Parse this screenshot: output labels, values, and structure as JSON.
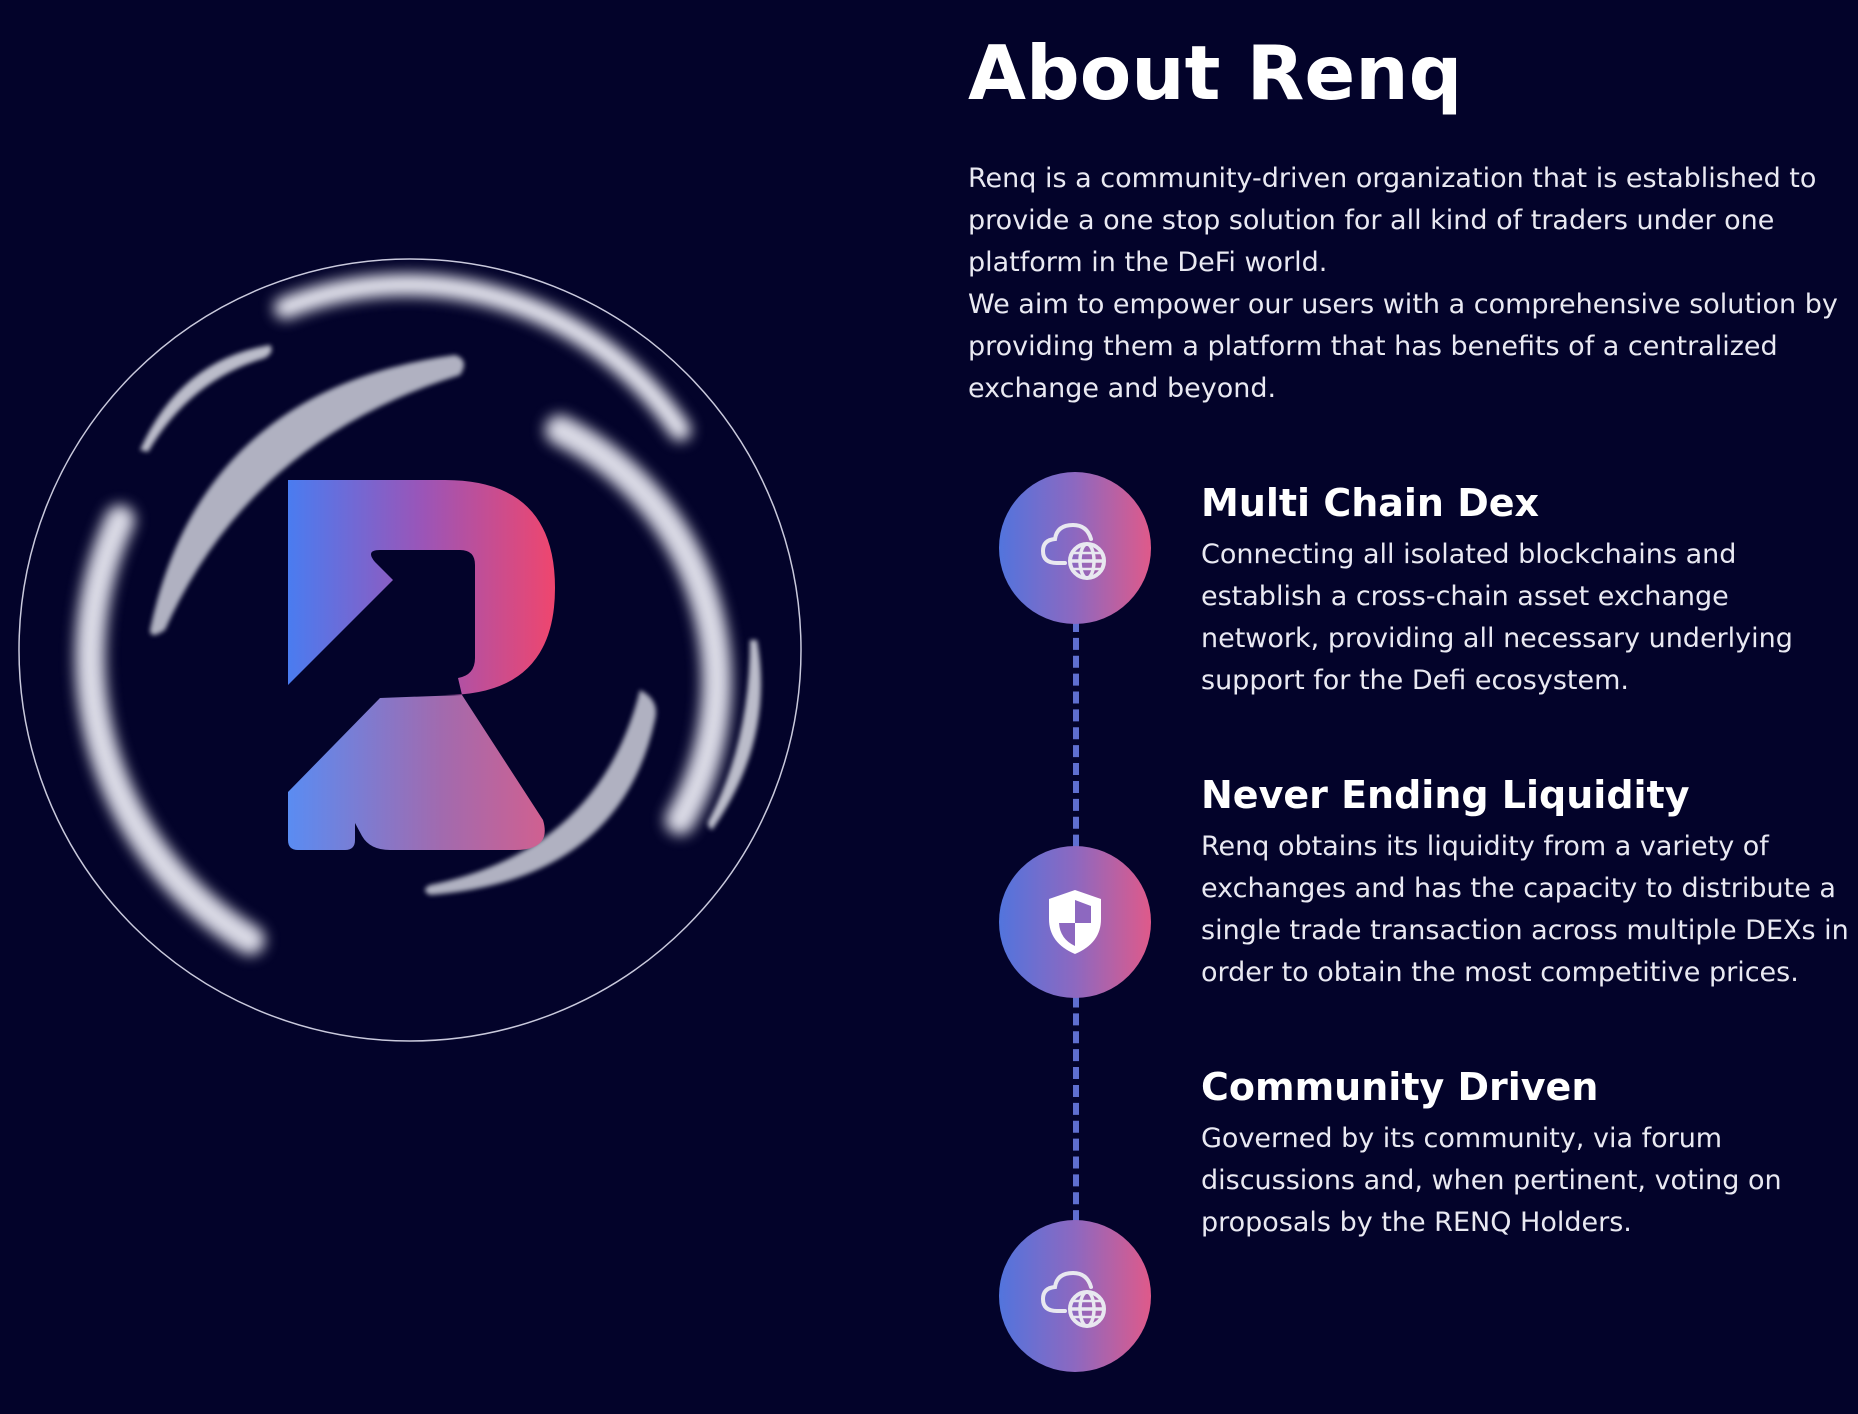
{
  "about": {
    "title": "About Renq",
    "intro": [
      "Renq is a community-driven organization that is established to provide a one stop solution for all kind of traders under one platform in the DeFi world.",
      "We aim to empower our users with a comprehensive solution by providing them a platform that has benefits of a centralized exchange and beyond."
    ]
  },
  "features": [
    {
      "title": "Multi Chain Dex",
      "description": "Connecting all isolated blockchains and establish a cross-chain asset exchange network, providing all necessary underlying support for the Defi ecosystem.",
      "icon": "cloud-globe-icon"
    },
    {
      "title": "Never Ending Liquidity",
      "description": "Renq obtains its liquidity from a variety of exchanges and has the capacity to distribute a single trade transaction across multiple DEXs in order to obtain the most competitive prices.",
      "icon": "shield-icon"
    },
    {
      "title": "Community Driven",
      "description": "Governed by its community, via forum discussions and, when pertinent, voting on proposals by the RENQ Holders.",
      "icon": "cloud-globe-icon"
    }
  ],
  "colors": {
    "background": "#03032a",
    "gradient_start": "#4a7cf0",
    "gradient_end": "#ef466e",
    "timeline": "#5f6fd0"
  }
}
